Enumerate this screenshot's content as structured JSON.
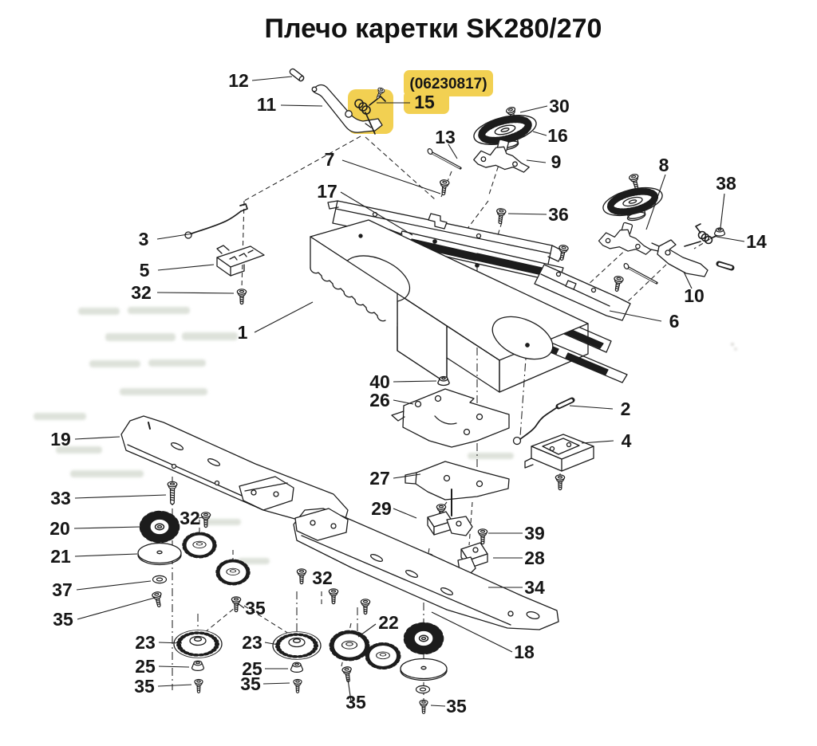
{
  "title": "Плечо каретки SK280/270",
  "highlight": {
    "code": "(06230817)",
    "highlighted_part": "15",
    "color": "#f2d052"
  },
  "colors": {
    "ink": "#1c1c1c",
    "paper": "#ffffff",
    "highlight": "#f2d052"
  },
  "callouts": {
    "c12": "12",
    "c11": "11",
    "c15": "15",
    "c13": "13",
    "c30": "30",
    "c16": "16",
    "c9": "9",
    "c7": "7",
    "c17": "17",
    "c36": "36",
    "c8": "8",
    "c38": "38",
    "c14": "14",
    "c10": "10",
    "c3": "3",
    "c5": "5",
    "c32a": "32",
    "c1": "1",
    "c6": "6",
    "c40": "40",
    "c26": "26",
    "c2": "2",
    "c4": "4",
    "c27": "27",
    "c29": "29",
    "c39": "39",
    "c28": "28",
    "c34": "34",
    "c19": "19",
    "c33": "33",
    "c20": "20",
    "c32b": "32",
    "c21": "21",
    "c37": "37",
    "c35a": "35",
    "c32c": "32",
    "c35b": "35",
    "c22": "22",
    "c18": "18",
    "c23l": "23",
    "c25l": "25",
    "c35l": "35",
    "c23r": "23",
    "c25r": "25",
    "c35r": "35",
    "c35c": "35",
    "c35d": "35"
  }
}
